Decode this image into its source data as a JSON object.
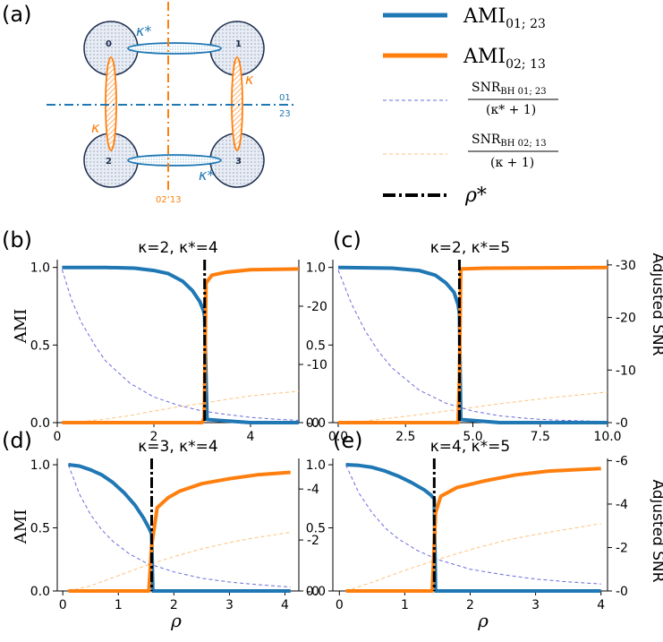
{
  "colors": {
    "blue": "#1f77b4",
    "orange": "#ff7f0e",
    "blue_dashed": "#6b6bdc",
    "orange_dashed": "#ffc27a",
    "rho_line": "#000000",
    "node_fill": "#dde4ee",
    "node_edge": "#1c2d4d"
  },
  "schematic": {
    "panel_letter": "(a)",
    "nodes": [
      "0",
      "1",
      "2",
      "3"
    ],
    "kappa_star_label": "κ*",
    "kappa_label": "κ",
    "cut_01_23_top": "01",
    "cut_01_23_bottom": "23",
    "cut_02_13": "02‘13"
  },
  "legend": {
    "ami_01_23": "AMI01;23",
    "ami_01_23_main": "AMI",
    "ami_01_23_sub": "01; 23",
    "ami_02_13_main": "AMI",
    "ami_02_13_sub": "02; 13",
    "snr1_num_main": "SNR",
    "snr1_num_sub": "BH 01; 23",
    "snr1_den": "(κ* + 1)",
    "snr2_num_main": "SNR",
    "snr2_num_sub": "BH 02; 13",
    "snr2_den": "(κ + 1)",
    "rho_star": "ρ*"
  },
  "axis_labels": {
    "left": "AMI",
    "right": "Adjusted SNR",
    "x": "ρ"
  },
  "chart_data": [
    {
      "panel": "(b)",
      "type": "line",
      "title": "κ=2, κ*=4",
      "xlim": [
        0,
        5
      ],
      "ylim": [
        0,
        1.05
      ],
      "y2lim": [
        0,
        28
      ],
      "xticks": [
        0,
        2,
        4
      ],
      "yticks": [
        0.0,
        0.5,
        1.0
      ],
      "y2ticks": [
        0,
        10,
        20
      ],
      "rho_star": 3.05,
      "ami_blue": [
        [
          0.1,
          1.0
        ],
        [
          1.0,
          1.0
        ],
        [
          1.6,
          0.995
        ],
        [
          2.0,
          0.98
        ],
        [
          2.3,
          0.96
        ],
        [
          2.6,
          0.91
        ],
        [
          2.8,
          0.85
        ],
        [
          2.95,
          0.78
        ],
        [
          3.03,
          0.72
        ],
        [
          3.05,
          0.68
        ],
        [
          3.1,
          0.02
        ],
        [
          4.0,
          0.0
        ],
        [
          5.0,
          0.0
        ]
      ],
      "ami_orange": [
        [
          0.1,
          0.0
        ],
        [
          3.0,
          0.0
        ],
        [
          3.04,
          0.03
        ],
        [
          3.08,
          0.9
        ],
        [
          3.2,
          0.95
        ],
        [
          3.5,
          0.97
        ],
        [
          4.0,
          0.985
        ],
        [
          5.0,
          0.99
        ]
      ],
      "snr_blue": [
        [
          0.1,
          26.3
        ],
        [
          0.3,
          21.0
        ],
        [
          0.5,
          17.2
        ],
        [
          0.8,
          13.0
        ],
        [
          1.0,
          10.6
        ],
        [
          1.5,
          6.8
        ],
        [
          2.0,
          4.4
        ],
        [
          2.5,
          3.0
        ],
        [
          3.0,
          2.0
        ],
        [
          3.5,
          1.4
        ],
        [
          4.0,
          0.9
        ],
        [
          4.5,
          0.6
        ],
        [
          5.0,
          0.4
        ]
      ],
      "snr_orange": [
        [
          0.1,
          0.05
        ],
        [
          0.5,
          0.2
        ],
        [
          1.0,
          0.6
        ],
        [
          1.5,
          1.2
        ],
        [
          2.0,
          2.0
        ],
        [
          2.5,
          2.7
        ],
        [
          3.0,
          3.3
        ],
        [
          3.5,
          4.0
        ],
        [
          4.0,
          4.6
        ],
        [
          4.5,
          5.0
        ],
        [
          5.0,
          5.4
        ]
      ]
    },
    {
      "panel": "(c)",
      "type": "line",
      "title": "κ=2, κ*=5",
      "xlim": [
        -0.2,
        10
      ],
      "ylim": [
        0,
        1.05
      ],
      "y2lim": [
        0,
        31
      ],
      "xticks": [
        0.0,
        2.5,
        5.0,
        7.5,
        10.0
      ],
      "yticks": [
        0.0,
        0.5,
        1.0
      ],
      "y2ticks": [
        0,
        10,
        20,
        30
      ],
      "rho_star": 4.5,
      "ami_blue": [
        [
          0.0,
          1.0
        ],
        [
          2.0,
          0.995
        ],
        [
          3.0,
          0.98
        ],
        [
          3.6,
          0.95
        ],
        [
          4.0,
          0.9
        ],
        [
          4.3,
          0.84
        ],
        [
          4.45,
          0.76
        ],
        [
          4.5,
          0.7
        ],
        [
          4.55,
          0.02
        ],
        [
          6.0,
          0.0
        ],
        [
          10.0,
          0.0
        ]
      ],
      "ami_orange": [
        [
          0.0,
          0.0
        ],
        [
          4.45,
          0.0
        ],
        [
          4.5,
          0.3
        ],
        [
          4.55,
          0.99
        ],
        [
          5.5,
          0.995
        ],
        [
          10.0,
          1.0
        ]
      ],
      "snr_blue": [
        [
          0.0,
          29.0
        ],
        [
          0.5,
          22.5
        ],
        [
          1.0,
          17.5
        ],
        [
          1.5,
          13.5
        ],
        [
          2.0,
          10.4
        ],
        [
          3.0,
          6.2
        ],
        [
          4.0,
          3.7
        ],
        [
          5.0,
          2.2
        ],
        [
          6.0,
          1.3
        ],
        [
          7.0,
          0.8
        ],
        [
          8.0,
          0.5
        ],
        [
          10.0,
          0.2
        ]
      ],
      "snr_orange": [
        [
          0.0,
          0.0
        ],
        [
          1.0,
          0.3
        ],
        [
          2.0,
          0.9
        ],
        [
          3.0,
          1.5
        ],
        [
          4.0,
          2.2
        ],
        [
          5.0,
          2.9
        ],
        [
          6.0,
          3.6
        ],
        [
          7.0,
          4.2
        ],
        [
          8.0,
          4.8
        ],
        [
          9.0,
          5.3
        ],
        [
          10.0,
          5.8
        ]
      ]
    },
    {
      "panel": "(d)",
      "type": "line",
      "title": "κ=3, κ*=4",
      "xlim": [
        -0.1,
        4.25
      ],
      "ylim": [
        0,
        1.05
      ],
      "y2lim": [
        0,
        5.2
      ],
      "xticks": [
        0,
        1,
        2,
        3,
        4
      ],
      "yticks": [
        0.0,
        0.5,
        1.0
      ],
      "y2ticks": [
        0,
        2,
        4
      ],
      "rho_star": 1.6,
      "ami_blue": [
        [
          0.1,
          1.0
        ],
        [
          0.3,
          0.99
        ],
        [
          0.5,
          0.96
        ],
        [
          0.7,
          0.92
        ],
        [
          0.9,
          0.86
        ],
        [
          1.1,
          0.78
        ],
        [
          1.3,
          0.68
        ],
        [
          1.45,
          0.58
        ],
        [
          1.55,
          0.5
        ],
        [
          1.6,
          0.45
        ],
        [
          1.62,
          0.0
        ],
        [
          4.1,
          0.0
        ]
      ],
      "ami_orange": [
        [
          0.1,
          0.0
        ],
        [
          1.55,
          0.0
        ],
        [
          1.6,
          0.36
        ],
        [
          1.7,
          0.66
        ],
        [
          1.9,
          0.74
        ],
        [
          2.1,
          0.79
        ],
        [
          2.5,
          0.85
        ],
        [
          3.0,
          0.89
        ],
        [
          3.5,
          0.92
        ],
        [
          4.1,
          0.94
        ]
      ],
      "snr_blue": [
        [
          0.1,
          4.95
        ],
        [
          0.3,
          3.8
        ],
        [
          0.5,
          3.0
        ],
        [
          0.7,
          2.4
        ],
        [
          0.9,
          1.95
        ],
        [
          1.2,
          1.45
        ],
        [
          1.5,
          1.1
        ],
        [
          2.0,
          0.75
        ],
        [
          2.5,
          0.5
        ],
        [
          3.0,
          0.35
        ],
        [
          3.5,
          0.25
        ],
        [
          4.1,
          0.15
        ]
      ],
      "snr_orange": [
        [
          0.1,
          0.0
        ],
        [
          0.5,
          0.2
        ],
        [
          1.0,
          0.6
        ],
        [
          1.5,
          1.0
        ],
        [
          2.0,
          1.35
        ],
        [
          2.5,
          1.65
        ],
        [
          3.0,
          1.9
        ],
        [
          3.5,
          2.1
        ],
        [
          4.1,
          2.3
        ]
      ]
    },
    {
      "panel": "(e)",
      "type": "line",
      "title": "κ=4, κ*=5",
      "xlim": [
        -0.1,
        4.1
      ],
      "ylim": [
        0,
        1.05
      ],
      "y2lim": [
        0,
        6.1
      ],
      "xticks": [
        0,
        1,
        2,
        3,
        4
      ],
      "yticks": [
        0.0,
        0.5,
        1.0
      ],
      "y2ticks": [
        0,
        2,
        4,
        6
      ],
      "rho_star": 1.45,
      "ami_blue": [
        [
          0.1,
          1.0
        ],
        [
          0.3,
          0.995
        ],
        [
          0.5,
          0.98
        ],
        [
          0.7,
          0.95
        ],
        [
          0.9,
          0.91
        ],
        [
          1.1,
          0.86
        ],
        [
          1.3,
          0.8
        ],
        [
          1.4,
          0.76
        ],
        [
          1.45,
          0.73
        ],
        [
          1.47,
          0.0
        ],
        [
          4.0,
          0.0
        ]
      ],
      "ami_orange": [
        [
          0.1,
          0.0
        ],
        [
          1.42,
          0.0
        ],
        [
          1.47,
          0.62
        ],
        [
          1.55,
          0.75
        ],
        [
          1.8,
          0.82
        ],
        [
          2.2,
          0.87
        ],
        [
          2.7,
          0.92
        ],
        [
          3.2,
          0.95
        ],
        [
          4.0,
          0.97
        ]
      ],
      "snr_blue": [
        [
          0.1,
          5.8
        ],
        [
          0.3,
          4.5
        ],
        [
          0.5,
          3.6
        ],
        [
          0.7,
          2.9
        ],
        [
          0.9,
          2.4
        ],
        [
          1.2,
          1.85
        ],
        [
          1.5,
          1.45
        ],
        [
          2.0,
          1.0
        ],
        [
          2.5,
          0.75
        ],
        [
          3.0,
          0.55
        ],
        [
          3.5,
          0.42
        ],
        [
          4.0,
          0.32
        ]
      ],
      "snr_orange": [
        [
          0.1,
          0.0
        ],
        [
          0.5,
          0.4
        ],
        [
          1.0,
          0.95
        ],
        [
          1.5,
          1.45
        ],
        [
          2.0,
          1.9
        ],
        [
          2.5,
          2.3
        ],
        [
          3.0,
          2.6
        ],
        [
          3.5,
          2.85
        ],
        [
          4.0,
          3.1
        ]
      ]
    }
  ]
}
